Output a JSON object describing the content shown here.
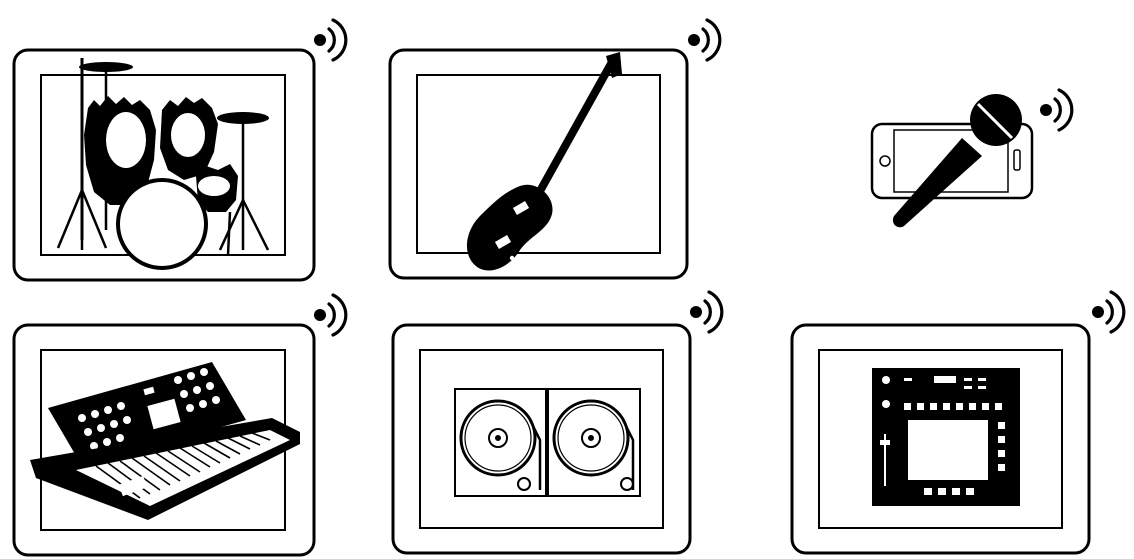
{
  "colors": {
    "ink": "#000000",
    "paper": "#ffffff"
  },
  "devices": [
    {
      "kind": "tablet",
      "instrument": "drum-kit",
      "signal": "wifi-icon"
    },
    {
      "kind": "tablet",
      "instrument": "electric-guitar",
      "signal": "wifi-icon"
    },
    {
      "kind": "smartphone",
      "instrument": "microphone",
      "signal": "wifi-icon"
    },
    {
      "kind": "tablet",
      "instrument": "synthesizer",
      "signal": "wifi-icon"
    },
    {
      "kind": "tablet",
      "instrument": "dj-turntables",
      "signal": "wifi-icon"
    },
    {
      "kind": "tablet",
      "instrument": "drum-pad-controller",
      "signal": "wifi-icon"
    }
  ]
}
